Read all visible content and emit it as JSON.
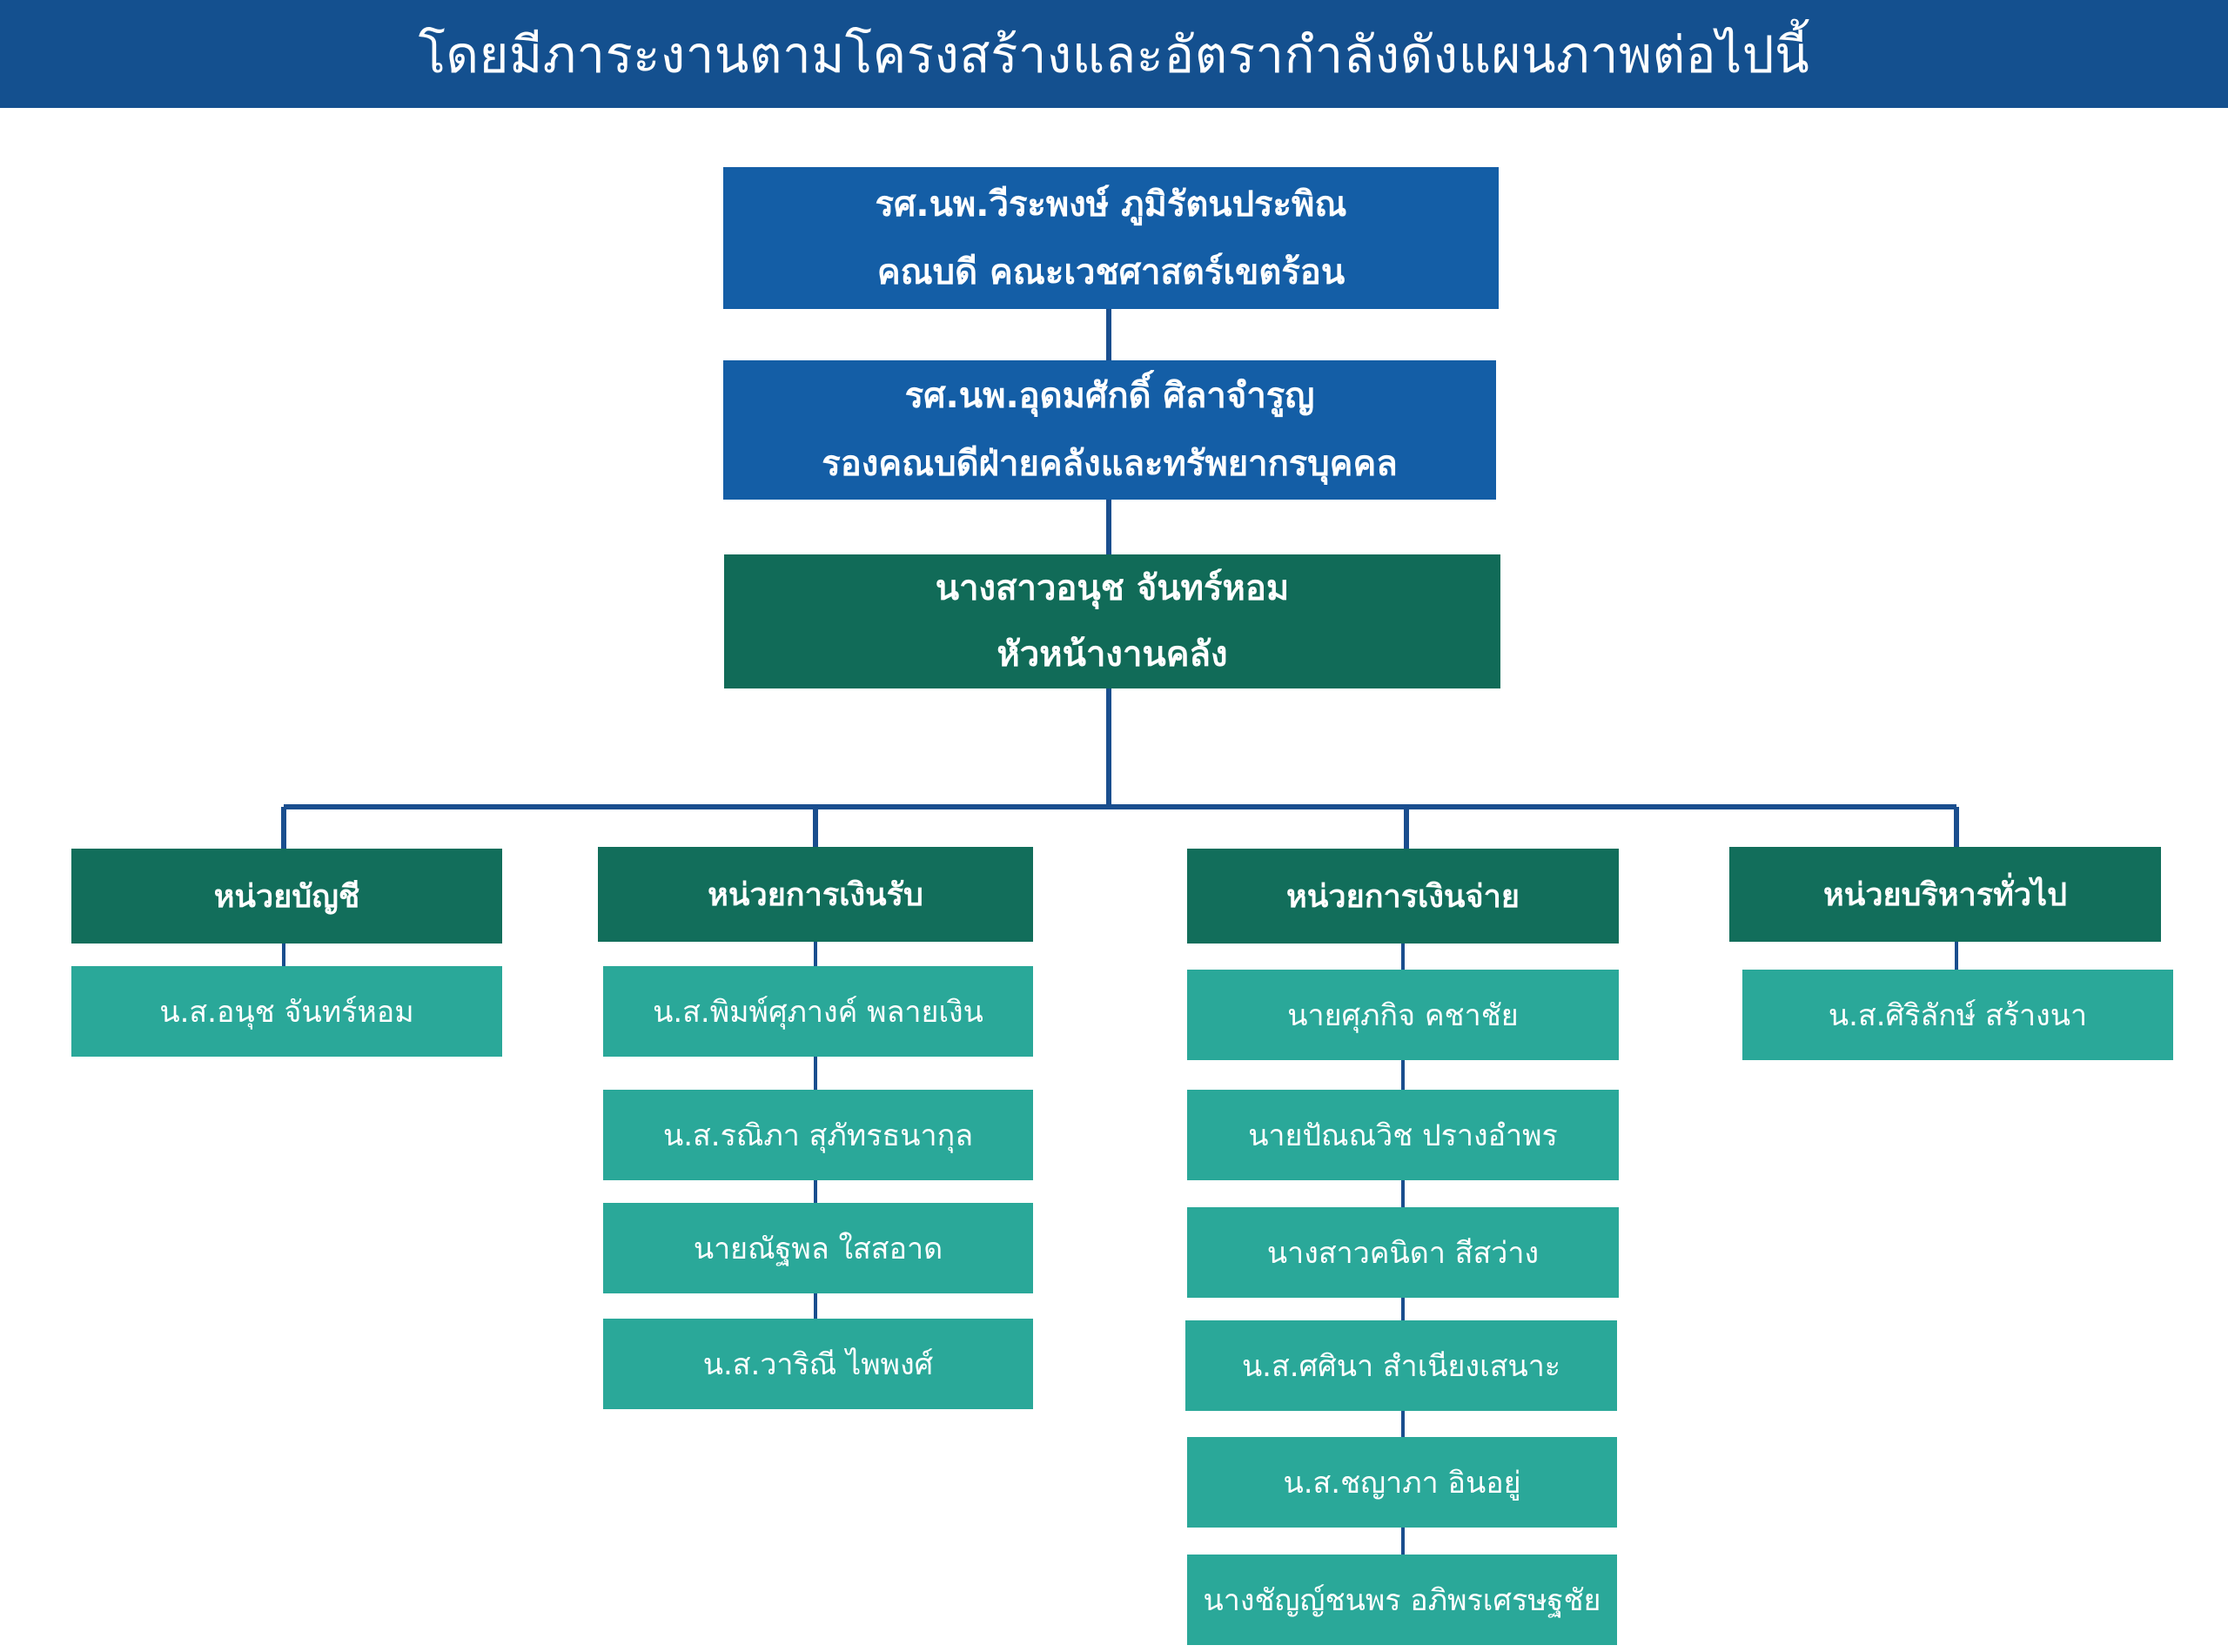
{
  "header": {
    "title": "โดยมีภาระงานตามโครงสร้างและอัตรากำลังดังแผนภาพต่อไปนี้"
  },
  "colors": {
    "banner": "#14508f",
    "leader_blue": "#145ea6",
    "head_green": "#116b58",
    "unit_green": "#126e5b",
    "member_teal": "#2aa899",
    "connector": "#1a4e8e"
  },
  "dean": {
    "name": "รศ.นพ.วีระพงษ์ ภูมิรัตนประพิณ",
    "position": "คณบดี คณะเวชศาสตร์เขตร้อน"
  },
  "deputy": {
    "name": "รศ.นพ.อุดมศักดิ์ ศิลาจำรูญ",
    "position": "รองคณบดีฝ่ายคลังและทรัพยากรบุคคล"
  },
  "head": {
    "name": "นางสาวอนุช จันทร์หอม",
    "position": "หัวหน้างานคลัง"
  },
  "units": [
    {
      "name": "หน่วยบัญชี",
      "members": [
        "น.ส.อนุช จันทร์หอม"
      ]
    },
    {
      "name": "หน่วยการเงินรับ",
      "members": [
        "น.ส.พิมพ์ศุภางค์ พลายเงิน",
        "น.ส.รณิภา สุภัทรธนากุล",
        "นายณัฐพล ใสสอาด",
        "น.ส.วาริณี ไพพงศ์"
      ]
    },
    {
      "name": "หน่วยการเงินจ่าย",
      "members": [
        "นายศุภกิจ  คชาชัย",
        "นายปัณณวิช ปรางอำพร",
        "นางสาวคนิดา  สีสว่าง",
        "น.ส.ศศินา สำเนียงเสนาะ",
        "น.ส.ชญาภา อินอยู่",
        "นางชัญญ์ชนพร อภิพรเศรษฐชัย"
      ]
    },
    {
      "name": "หน่วยบริหารทั่วไป",
      "members": [
        "น.ส.ศิริลักษ์ สร้างนา"
      ]
    }
  ]
}
